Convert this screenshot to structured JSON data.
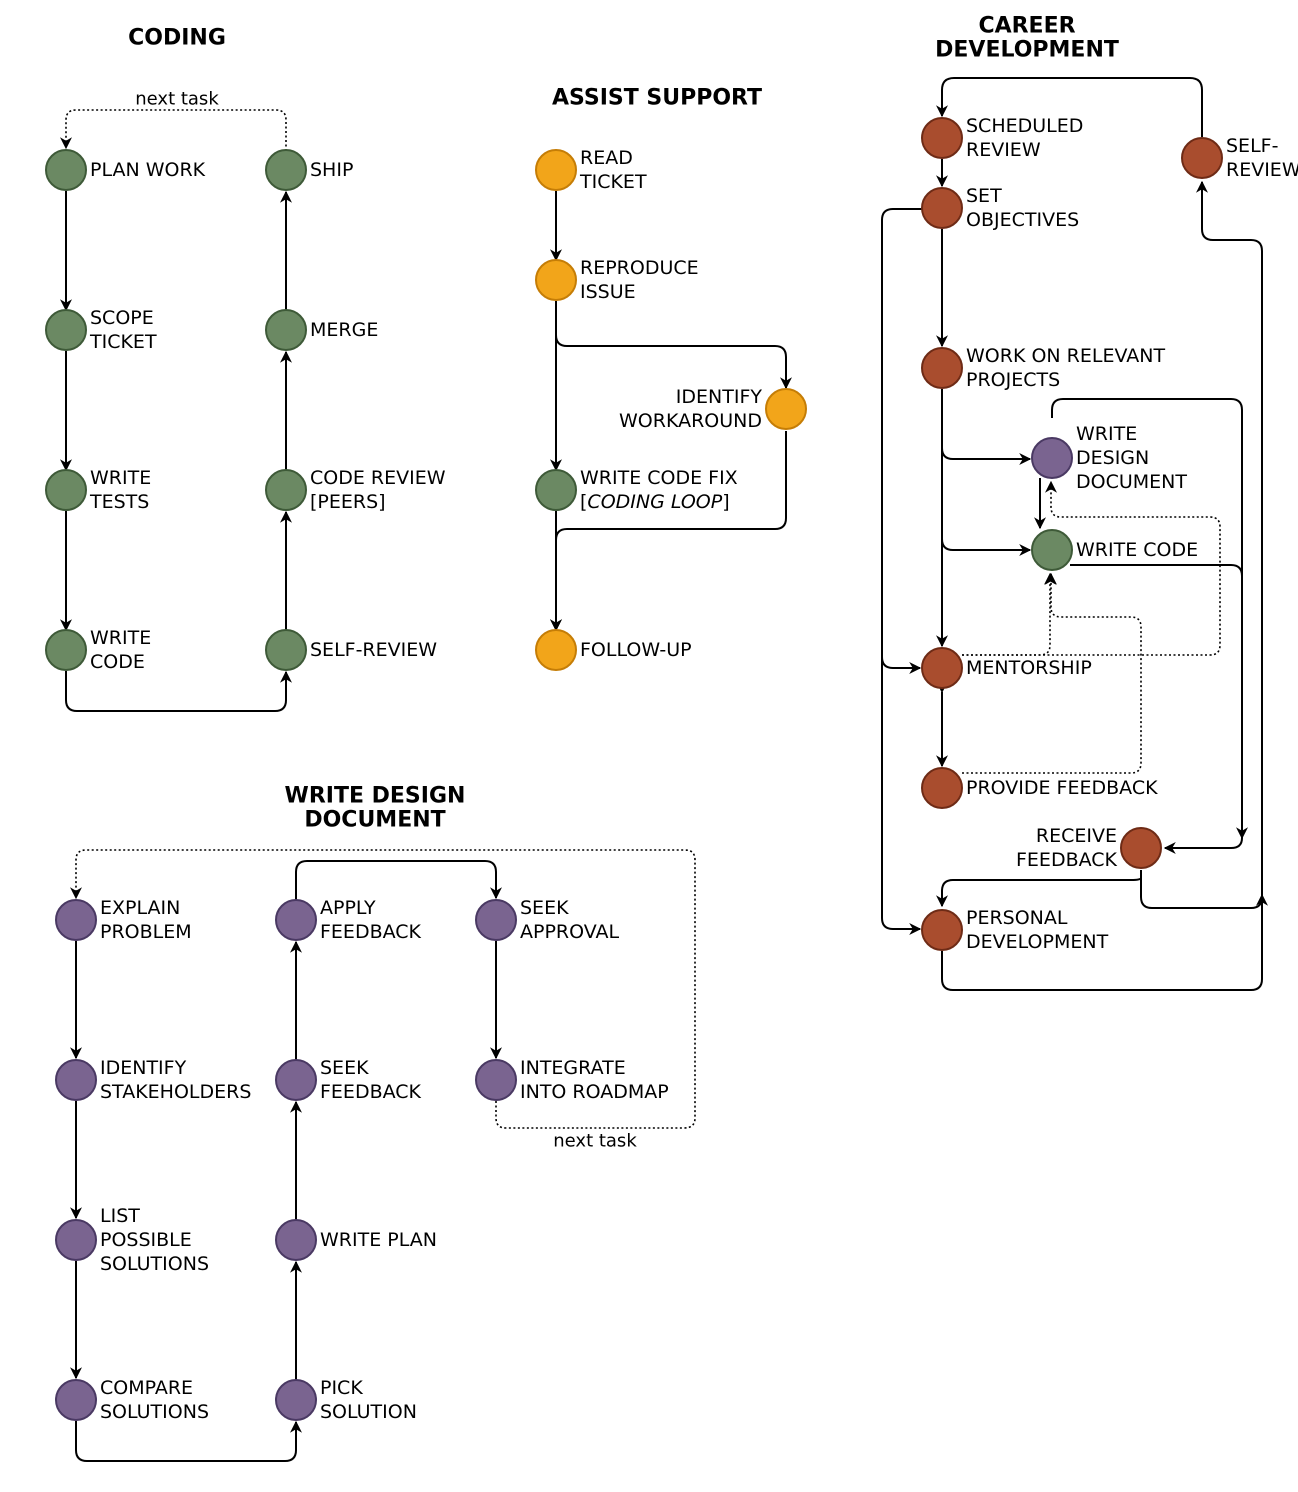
{
  "colors": {
    "coding": "#6b8963",
    "coding_stroke": "#3e5a38",
    "support": "#f2a51a",
    "support_stroke": "#c57d06",
    "design": "#7a6490",
    "design_stroke": "#4a3963",
    "career": "#a94d2e",
    "career_stroke": "#6e2b16",
    "edge": "#000000"
  },
  "titles": {
    "coding": [
      "CODING"
    ],
    "support": [
      "ASSIST SUPPORT"
    ],
    "career": [
      "CAREER",
      "DEVELOPMENT"
    ],
    "design": [
      "WRITE DESIGN",
      "DOCUMENT"
    ]
  },
  "coding": {
    "next_task_label": "next task",
    "nodes": {
      "plan_work": [
        "PLAN WORK"
      ],
      "scope_ticket": [
        "SCOPE",
        "TICKET"
      ],
      "write_tests": [
        "WRITE",
        "TESTS"
      ],
      "write_code": [
        "WRITE",
        "CODE"
      ],
      "self_review": [
        "SELF-REVIEW"
      ],
      "code_review": [
        "CODE REVIEW",
        "[PEERS]"
      ],
      "merge": [
        "MERGE"
      ],
      "ship": [
        "SHIP"
      ]
    }
  },
  "support": {
    "nodes": {
      "read_ticket": [
        "READ",
        "TICKET"
      ],
      "reproduce_issue": [
        "REPRODUCE",
        "ISSUE"
      ],
      "identify_workaround": [
        "IDENTIFY",
        "WORKAROUND"
      ],
      "write_code_fix": [
        "WRITE CODE FIX",
        "[CODING LOOP]"
      ],
      "follow_up": [
        "FOLLOW-UP"
      ]
    }
  },
  "career": {
    "nodes": {
      "scheduled_review": [
        "SCHEDULED",
        "REVIEW"
      ],
      "self_review": [
        "SELF-",
        "REVIEW"
      ],
      "set_objectives": [
        "SET",
        "OBJECTIVES"
      ],
      "work_on_relevant_projects": [
        "WORK ON RELEVANT",
        "PROJECTS"
      ],
      "write_design_document": [
        "WRITE",
        "DESIGN",
        "DOCUMENT"
      ],
      "write_code": [
        "WRITE CODE"
      ],
      "mentorship": [
        "MENTORSHIP"
      ],
      "provide_feedback": [
        "PROVIDE FEEDBACK"
      ],
      "receive_feedback": [
        "RECEIVE",
        "FEEDBACK"
      ],
      "personal_development": [
        "PERSONAL",
        "DEVELOPMENT"
      ]
    }
  },
  "design": {
    "next_task_label": "next task",
    "nodes": {
      "explain_problem": [
        "EXPLAIN",
        "PROBLEM"
      ],
      "identify_stakeholders": [
        "IDENTIFY",
        "STAKEHOLDERS"
      ],
      "list_possible_solutions": [
        "LIST",
        "POSSIBLE",
        "SOLUTIONS"
      ],
      "compare_solutions": [
        "COMPARE",
        "SOLUTIONS"
      ],
      "pick_solution": [
        "PICK",
        "SOLUTION"
      ],
      "write_plan": [
        "WRITE PLAN"
      ],
      "seek_feedback": [
        "SEEK",
        "FEEDBACK"
      ],
      "apply_feedback": [
        "APPLY",
        "FEEDBACK"
      ],
      "seek_approval": [
        "SEEK",
        "APPROVAL"
      ],
      "integrate_into_roadmap": [
        "INTEGRATE",
        "INTO ROADMAP"
      ]
    }
  }
}
